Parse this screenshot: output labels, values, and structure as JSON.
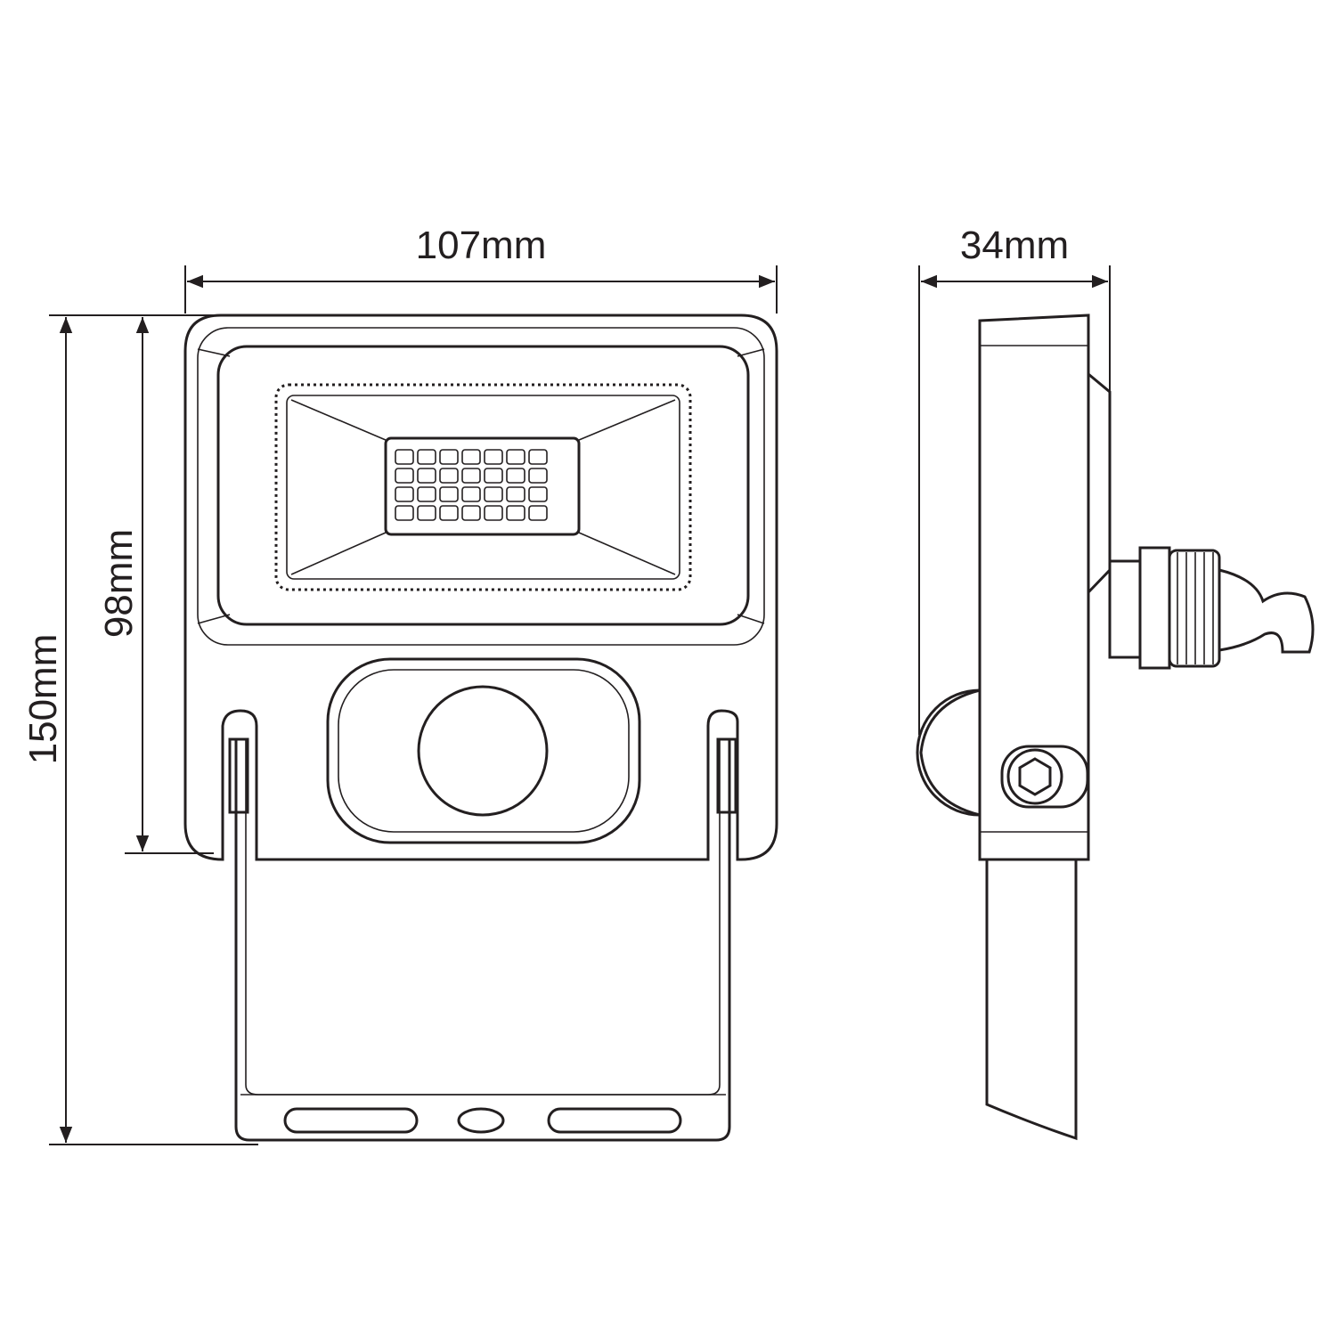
{
  "dimensions": {
    "width_front": "107mm",
    "depth_side": "34mm",
    "body_height": "98mm",
    "total_height": "150mm"
  },
  "led_grid": {
    "columns": 7,
    "rows": 4
  },
  "colors": {
    "line": "#231f20",
    "background": "#ffffff"
  }
}
